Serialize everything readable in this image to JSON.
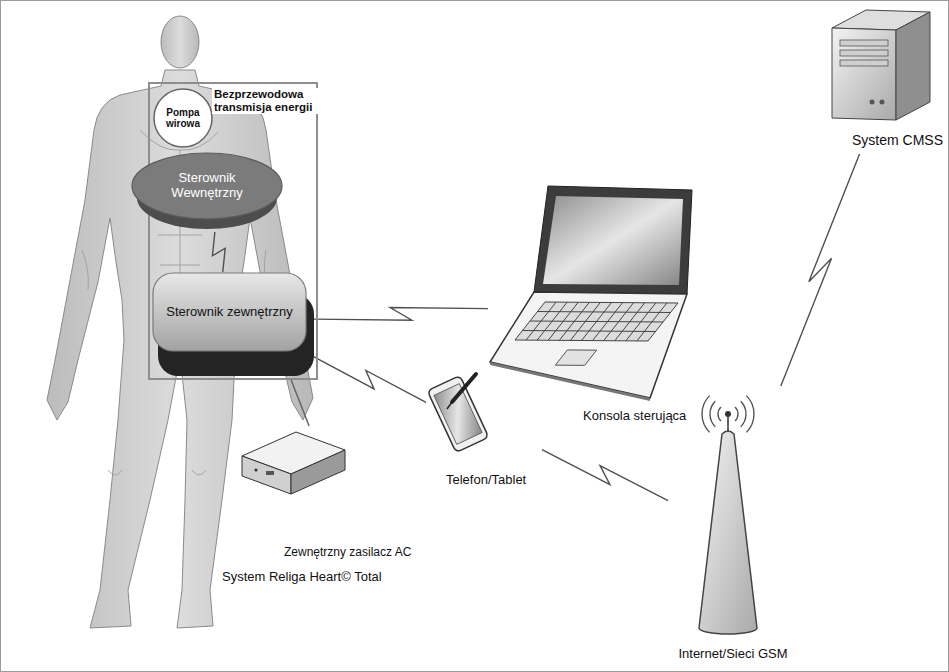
{
  "diagram": {
    "caption": "System Religa Heart© Total",
    "nodes": [
      {
        "text": [
          "Bezprzewodowa transmisja energii"
        ]
      },
      {
        "text": [
          "Pompa wirowa"
        ],
        "in": 0
      },
      {
        "text": [
          "Sterownik Wewnętrzny"
        ],
        "in": 0
      },
      {
        "text": [
          "Sterownik zewnętrzny"
        ],
        "in": 0
      },
      {
        "text": [
          "System CMSS"
        ]
      },
      {
        "text": [
          "Konsola sterująca"
        ]
      },
      {
        "text": [
          "Telefon/Tablet"
        ]
      },
      {
        "text": [
          "Zewnętrzny zasilacz AC"
        ]
      },
      {
        "text": [
          "Internet/Sieci GSM"
        ]
      }
    ],
    "edges": [
      {
        "from": 2,
        "to": 3,
        "arrow": "none"
      },
      {
        "from": 3,
        "to": 5,
        "arrow": "none"
      },
      {
        "from": 3,
        "to": 6,
        "arrow": "none"
      },
      {
        "from": 6,
        "to": 8,
        "arrow": "none"
      },
      {
        "from": 8,
        "to": 4,
        "arrow": "none"
      },
      {
        "from": 0,
        "to": 7,
        "arrow": "none"
      }
    ]
  }
}
